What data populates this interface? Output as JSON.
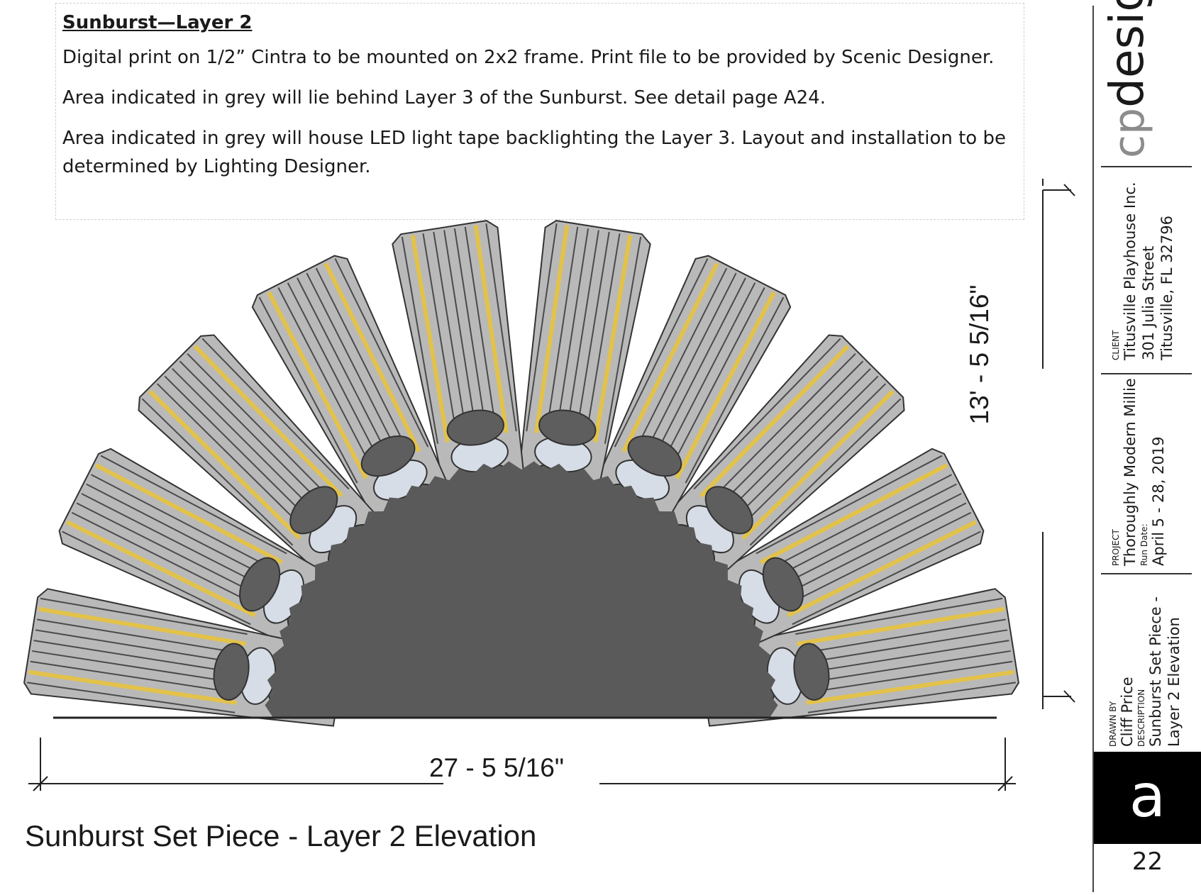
{
  "notes": {
    "heading": "Sunburst—Layer 2",
    "lines": [
      "Digital print on 1/2” Cintra to be mounted on 2x2 frame.  Print file to be provided by Scenic Designer.",
      "Area indicated in grey will lie behind Layer 3 of the Sunburst.  See detail page A24.",
      "Area indicated in grey will house LED light tape backlighting the Layer 3.  Layout and installation to be determined by Lighting Designer."
    ]
  },
  "dimensions": {
    "width": "27 - 5 5/16\"",
    "height": "13' - 5 5/16\""
  },
  "drawing_title": "Sunburst Set Piece - Layer 2 Elevation",
  "title_block": {
    "logo_cp": "cp",
    "logo_design": "design",
    "client_label": "CLIENT",
    "client_lines": [
      "Titusville Playhouse Inc.",
      "301 Julia Street",
      "Titusville, FL  32796"
    ],
    "project_label": "PROJECT",
    "project_name": "Thoroughly Modern Millie",
    "run_date_label": "Run Date:",
    "run_date": "April 5 - 28, 2019",
    "drawn_by_label": "DRAWN BY",
    "drawn_by": "Cliff Price",
    "description_label": "DESCRIPTION",
    "description_lines": [
      "Sunburst Set Piece -",
      "Layer 2 Elevation"
    ],
    "sheet_letter": "a",
    "sheet_number": "22"
  },
  "colors": {
    "hub": "#5a5a5a",
    "ray_gray": "#b9b9b9",
    "ray_light": "#dcdcdc",
    "gold": "#e3c24a",
    "bulb_light": "#d6dde6",
    "bulb_dark": "#5e5e5e",
    "logo_cp": "#8c8c8c"
  }
}
